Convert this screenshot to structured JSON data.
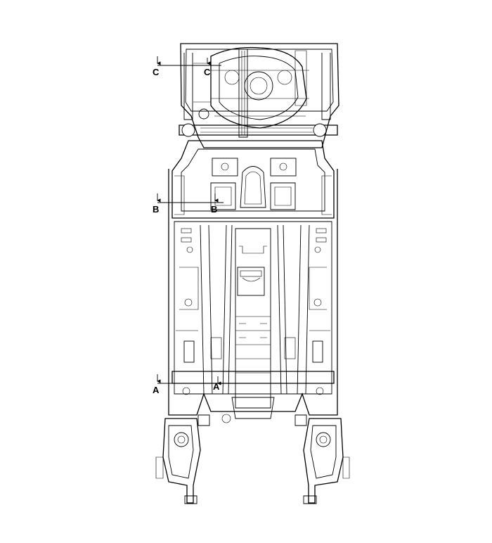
{
  "diagram": {
    "section_markers": [
      {
        "id": "C",
        "left_label": "C",
        "right_label": "C"
      },
      {
        "id": "B",
        "left_label": "B",
        "right_label": "B"
      },
      {
        "id": "A",
        "left_label": "A",
        "right_label": "A"
      }
    ]
  }
}
